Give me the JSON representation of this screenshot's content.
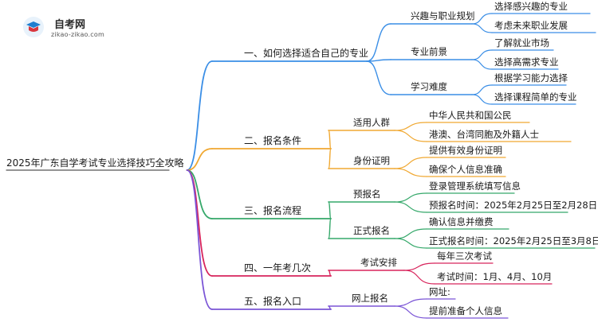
{
  "logo": {
    "name": "自考网",
    "url_text": "zikao-zikao.com"
  },
  "mindmap": {
    "root": "2025年广东自学考试专业选择技巧全攻略",
    "branches": [
      {
        "label": "一、如何选择适合自己的专业",
        "color": "#3a8ee6",
        "groups": [
          {
            "label": "兴趣与职业规划",
            "leaves": [
              "选择感兴趣的专业",
              "考虑未来职业发展"
            ]
          },
          {
            "label": "专业前景",
            "leaves": [
              "了解就业市场",
              "选择高需求专业"
            ]
          },
          {
            "label": "学习难度",
            "leaves": [
              "根据学习能力选择",
              "选择课程简单的专业"
            ]
          }
        ]
      },
      {
        "label": "二、报名条件",
        "color": "#f0a832",
        "groups": [
          {
            "label": "适用人群",
            "leaves": [
              "中华人民共和国公民",
              "港澳、台湾同胞及外籍人士"
            ]
          },
          {
            "label": "身份证明",
            "leaves": [
              "提供有效身份证明",
              "确保个人信息准确"
            ]
          }
        ]
      },
      {
        "label": "三、报名流程",
        "color": "#35a86a",
        "groups": [
          {
            "label": "预报名",
            "leaves": [
              "登录管理系统填写信息",
              "预报名时间：2025年2月25日至2月28日"
            ]
          },
          {
            "label": "正式报名",
            "leaves": [
              "确认信息并缴费",
              "正式报名时间：2025年2月25日至3月8日"
            ]
          }
        ]
      },
      {
        "label": "四、一年考几次",
        "color": "#d8245c",
        "groups": [
          {
            "label": "考试安排",
            "leaves": [
              "每年三次考试",
              "考试时间：1月、4月、10月"
            ]
          }
        ]
      },
      {
        "label": "五、报名入口",
        "color": "#7b55d6",
        "groups": [
          {
            "label": "网上报名",
            "leaves": [
              "网址:",
              "提前准备个人信息"
            ]
          }
        ]
      }
    ]
  }
}
